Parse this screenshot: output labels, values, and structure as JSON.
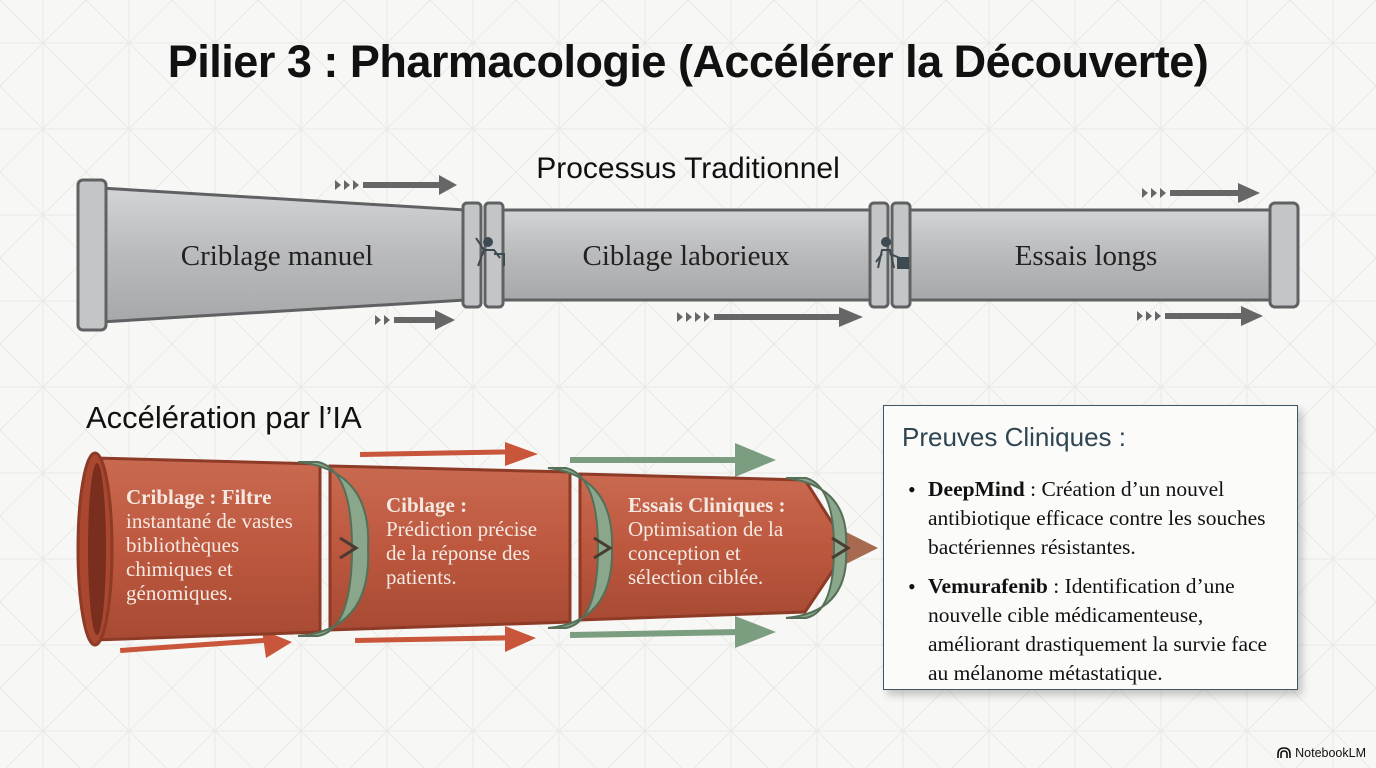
{
  "title": "Pilier 3 : Pharmacologie (Accélérer la Découverte)",
  "traditional": {
    "title": "Processus Traditionnel",
    "stages": [
      "Criblage manuel",
      "Ciblage laborieux",
      "Essais longs"
    ],
    "icons": [
      "researcher-with-pipette-icon",
      "worker-with-boxes-icon"
    ],
    "colors": {
      "pipe": "#b5b6b8",
      "pipe_dark": "#5f6163",
      "arrow": "#666666"
    }
  },
  "ai": {
    "title": "Accélération par l’IA",
    "stages": [
      {
        "heading": "Criblage",
        "sep": " : ",
        "body": "Filtre instantané de vastes bibliothèques chimiques et génomiques.",
        "lines": [
          "Criblage : Filtre",
          "instantané de vastes",
          "bibliothèques",
          "chimiques et",
          "génomiques."
        ]
      },
      {
        "heading": "Ciblage",
        "sep": " :",
        "body": "Prédiction précise de la réponse des patients.",
        "lines": [
          "Ciblage :",
          "Prédiction précise",
          "de la réponse des",
          "patients."
        ]
      },
      {
        "heading": "Essais Cliniques",
        "sep": " :",
        "body": "Optimisation de la conception et sélection ciblée.",
        "lines": [
          "Essais Cliniques :",
          "Optimisation de la",
          "conception et",
          "sélection ciblée."
        ]
      }
    ],
    "colors": {
      "pipe": "#c05b42",
      "pipe_dark": "#8d3a27",
      "ring": "#8aa78c",
      "arrow_red": "#c9553a",
      "arrow_green": "#7c9e80",
      "text": "#f4e9e2"
    }
  },
  "evidence": {
    "title": "Preuves Cliniques :",
    "items": [
      {
        "name": "DeepMind",
        "text": " : Création d’un nouvel antibiotique efficace contre les souches bactériennes résistantes."
      },
      {
        "name": "Vemurafenib",
        "text": " : Identification d’une nouvelle cible médicamenteuse, améliorant drastiquement la survie face au mélanome métastatique."
      }
    ]
  },
  "brand": {
    "label": "NotebookLM",
    "icon": "notebooklm-logo-icon"
  }
}
